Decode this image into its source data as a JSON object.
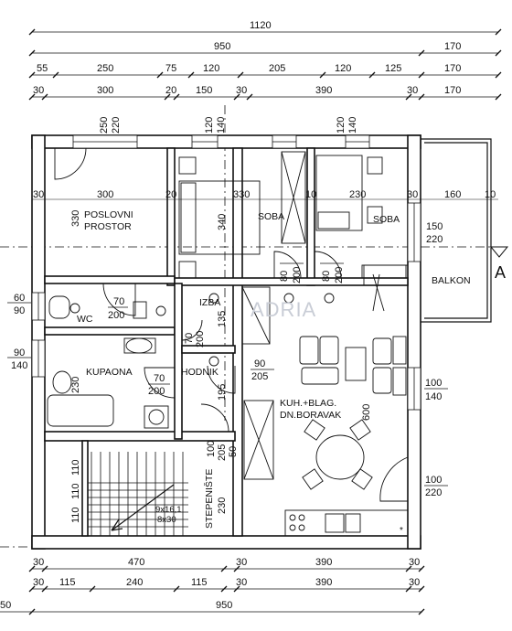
{
  "dimensions": {
    "top_row1": {
      "total": "1120"
    },
    "top_row2": {
      "a": "950",
      "b": "170"
    },
    "top_row3": [
      "55",
      "250",
      "75",
      "120",
      "205",
      "120",
      "125",
      "170"
    ],
    "top_row4": [
      "30",
      "300",
      "20",
      "150",
      "30",
      "390",
      "30",
      "170"
    ],
    "bottom_row1": [
      "30",
      "470",
      "30",
      "390",
      "30"
    ],
    "bottom_row2": [
      "30",
      "115",
      "240",
      "115",
      "30",
      "390",
      "30"
    ],
    "bottom_row3": {
      "left": "50",
      "total": "950"
    },
    "verticals": {
      "v250": "250",
      "v220a": "220",
      "v120a": "120",
      "v140a": "140",
      "v120b": "120",
      "v140b": "140",
      "v330a": "330",
      "v340": "340",
      "v135": "135",
      "v230a": "230",
      "v195": "195",
      "v100": "100",
      "v205": "205",
      "v50": "50",
      "v230b": "230",
      "v110a": "110",
      "v110b": "110",
      "v110c": "110",
      "v600": "600"
    },
    "inner": {
      "i30a": "30",
      "i300": "300",
      "i20": "20",
      "i330": "330",
      "i10a": "10",
      "i230": "230",
      "i30b": "30",
      "i160": "160",
      "i10b": "10",
      "i150": "150",
      "i220": "220"
    }
  },
  "openings": {
    "left_win1": {
      "w": "60",
      "h": "90"
    },
    "left_win2": {
      "w": "90",
      "h": "140"
    },
    "wc_door": {
      "w": "70",
      "h": "200"
    },
    "soba1_door": {
      "w": "80",
      "h": "200"
    },
    "soba2_door": {
      "w": "80",
      "h": "200"
    },
    "izba_door": {
      "w": "70",
      "h": "200"
    },
    "kup_door": {
      "w": "70",
      "h": "200"
    },
    "hod_door": {
      "w": "90",
      "h": "205"
    },
    "right_win": {
      "w": "100",
      "h": "140"
    },
    "entry_door": {
      "w": "100",
      "h": "220"
    }
  },
  "rooms": {
    "poslovni1": "POSLOVNI",
    "poslovni2": "PROSTOR",
    "soba1": "SOBA",
    "soba2": "SOBA",
    "wc": "WC",
    "izba": "IZBA",
    "kupaona": "KUPAONA",
    "hodnik": "HODNIK",
    "kuh1": "KUH.+BLAG.",
    "kuh2": "DN.BORAVAK",
    "stepeniste": "STEPENIŠTE",
    "balkon": "BALKON"
  },
  "stairs": {
    "spec1": "9x16,1",
    "spec2": "8x30"
  },
  "section_marker": "A",
  "watermark": "ADRIA"
}
